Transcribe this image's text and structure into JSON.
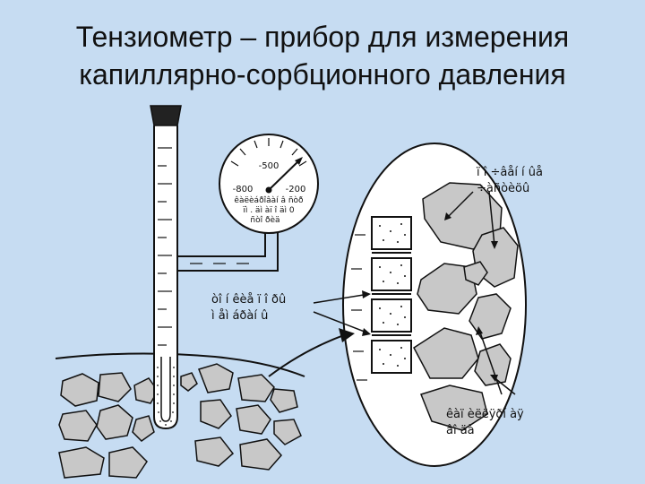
{
  "title": {
    "line1": "Тензиометр – прибор для измерения",
    "line2": "капиллярно-сорбционного давления"
  },
  "gauge": {
    "tick_top": "-500",
    "tick_left": "-800",
    "tick_right": "-200",
    "caption_line1": "êàëèáðîâàí â ñòð",
    "caption_line2": "ïì . äì àï î äì  0",
    "caption_line3": "ñòî ðèä"
  },
  "labels": {
    "tube_line1": "òî í êèå ï î ðû",
    "tube_line2": "ì åì áðàí û",
    "soil_line1": "ï î ÷âåí í ûå",
    "soil_line2": "÷àñòèöû",
    "capillary_line1": "êàï èëëÿðí àÿ",
    "capillary_line2": "âî äà"
  },
  "colors": {
    "background": "#c6dcf2",
    "line": "#111111",
    "stone": "#c8c8c8",
    "white": "#ffffff"
  }
}
